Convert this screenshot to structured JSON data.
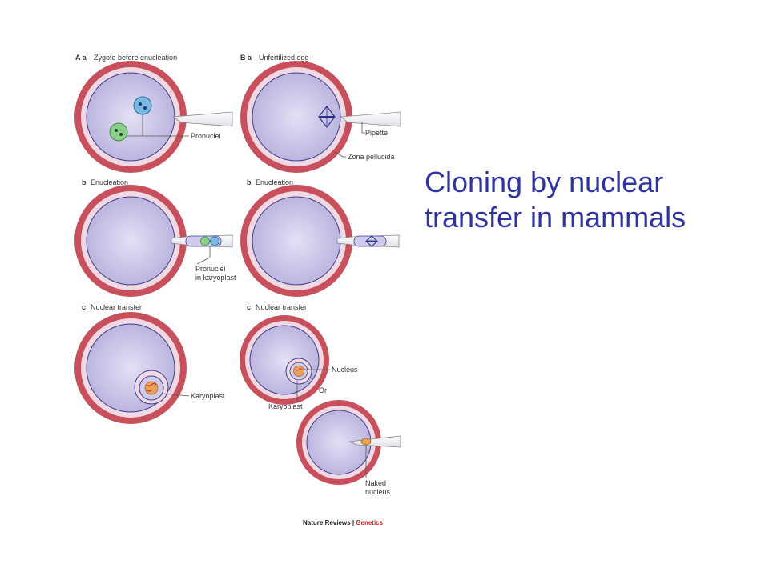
{
  "title": {
    "line1": "Cloning by nuclear",
    "line2": "transfer in mammals",
    "color": "#2e33a0"
  },
  "figure": {
    "col_a": {
      "letter": "A",
      "panels": [
        {
          "letter": "a",
          "caption": "Zygote before enucleation"
        },
        {
          "letter": "b",
          "caption": "Enucleation"
        },
        {
          "letter": "c",
          "caption": "Nuclear transfer"
        }
      ],
      "labels": {
        "pronuclei": "Pronuclei",
        "pronuclei_karyoplast_1": "Pronuclei",
        "pronuclei_karyoplast_2": "in karyoplast",
        "karyoplast": "Karyoplast"
      }
    },
    "col_b": {
      "letter": "B",
      "panels": [
        {
          "letter": "a",
          "caption": "Unfertilized egg"
        },
        {
          "letter": "b",
          "caption": "Enucleation"
        },
        {
          "letter": "c",
          "caption": "Nuclear transfer"
        }
      ],
      "labels": {
        "pipette": "Pipette",
        "zona_pellucida": "Zona pellucida",
        "nucleus": "Nucleus",
        "or": "Or",
        "karyoplast": "Karyoplast",
        "naked_nucleus_1": "Naked",
        "naked_nucleus_2": "nucleus"
      }
    },
    "credit": {
      "journal": "Nature Reviews",
      "separator": " | ",
      "section": "Genetics"
    },
    "colors": {
      "zona_outer": "#c8505c",
      "zona_inner": "#f1d9e3",
      "cytoplasm": "#bcb6e0",
      "membrane": "#3a3f8c",
      "pronucleus_blue": "#7ab8e2",
      "pronucleus_green": "#8ccf8a",
      "donor_nucleus": "#e8a25a",
      "credit_accent": "#d0202a"
    }
  }
}
